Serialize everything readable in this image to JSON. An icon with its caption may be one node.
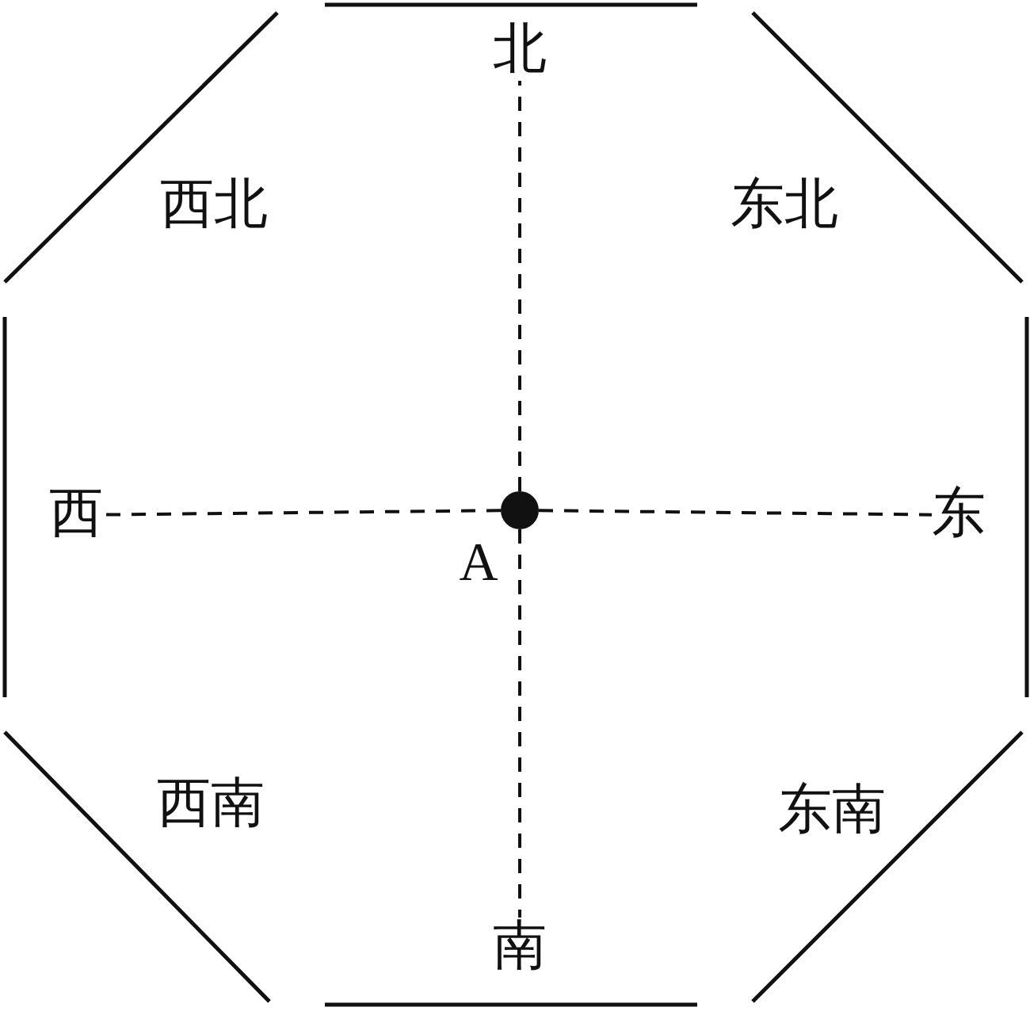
{
  "diagram": {
    "nodes": [
      {
        "text": [
          "北"
        ]
      },
      {
        "text": [
          "西"
        ]
      },
      {
        "text": [],
        "shape": "circle",
        "beside": [
          "A"
        ]
      },
      {
        "text": [
          "东"
        ]
      },
      {
        "text": [
          "南"
        ]
      }
    ],
    "edges": [
      {
        "from": 2,
        "to": 0,
        "arrow": "none",
        "style": "dashed"
      },
      {
        "from": 2,
        "to": 1,
        "arrow": "none",
        "style": "dashed"
      },
      {
        "from": 2,
        "to": 3,
        "arrow": "none",
        "style": "dashed"
      },
      {
        "from": 2,
        "to": 4,
        "arrow": "none",
        "style": "dashed"
      }
    ],
    "labels": [
      "西北",
      "东北",
      "西南",
      "东南"
    ]
  }
}
